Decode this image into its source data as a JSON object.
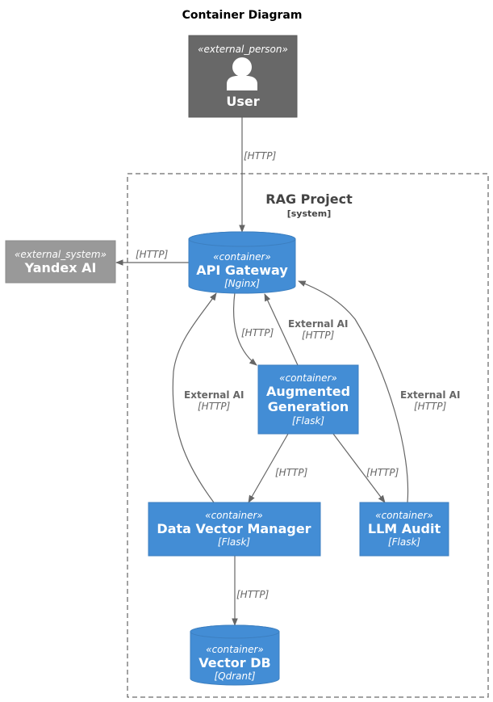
{
  "title": "Container Diagram",
  "boundary": {
    "name": "RAG Project",
    "type": "[system]"
  },
  "nodes": {
    "user": {
      "stereotype": "«external_person»",
      "name": "User"
    },
    "yandex": {
      "stereotype": "«external_system»",
      "name": "Yandex AI"
    },
    "gateway": {
      "stereotype": "«container»",
      "name": "API Gateway",
      "tech": "[Nginx]"
    },
    "augmented": {
      "stereotype": "«container»",
      "name_line1": "Augmented",
      "name_line2": "Generation",
      "tech": "[Flask]"
    },
    "dvm": {
      "stereotype": "«container»",
      "name": "Data Vector Manager",
      "tech": "[Flask]"
    },
    "audit": {
      "stereotype": "«container»",
      "name": "LLM Audit",
      "tech": "[Flask]"
    },
    "vectordb": {
      "stereotype": "«container»",
      "name": "Vector DB",
      "tech": "[Qdrant]"
    }
  },
  "relations": {
    "user_gateway": {
      "tech": "[HTTP]"
    },
    "gateway_yandex": {
      "tech": "[HTTP]"
    },
    "gateway_augmented": {
      "tech": "[HTTP]"
    },
    "augmented_gateway": {
      "label": "External AI",
      "tech": "[HTTP]"
    },
    "dvm_gateway": {
      "label": "External AI",
      "tech": "[HTTP]"
    },
    "audit_gateway": {
      "label": "External AI",
      "tech": "[HTTP]"
    },
    "augmented_dvm": {
      "tech": "[HTTP]"
    },
    "augmented_audit": {
      "tech": "[HTTP]"
    },
    "dvm_vectordb": {
      "tech": "[HTTP]"
    }
  },
  "colors": {
    "container": "#438dd5",
    "external_person": "#686868",
    "external_system": "#999999",
    "edge": "#666666"
  }
}
